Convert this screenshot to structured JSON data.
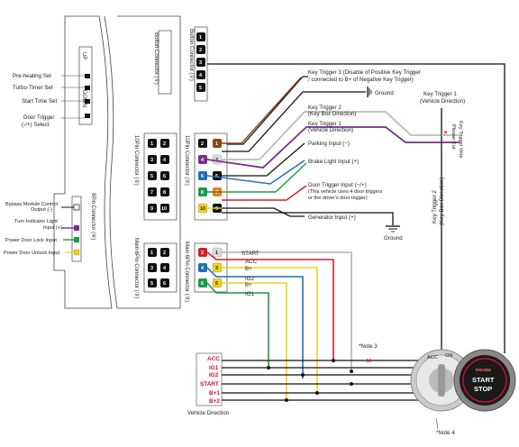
{
  "module": {
    "dip_label": "UP",
    "dip_down": "DOWN",
    "dip_options": [
      "Pre-heating Set",
      "Turbo-Timer Set",
      "Start Time Set",
      "Door Trigger",
      "(-/+) Select"
    ],
    "pin8_connector": "8Pin Connector (④)",
    "pin8_labels": [
      "Bypass Module Control",
      "Output (-)",
      "Turn Indicator Light",
      "Input (+)",
      "Power Door Lock Input",
      "Power Door Unlock Input"
    ],
    "main6_left": "Main 6Pin Connector (③)",
    "pin10_left": "10Pin Connector (②)",
    "button_connector": "Button Connector (①)",
    "pin10_right": "10Pin Connector (②)",
    "main6_right": "Main 6Pin Connector (③)",
    "button_connector_right": "Button Connector (①)"
  },
  "wiring": {
    "key_trigger_3": "Key Trigger 3 (Disable of Positive Key Trigger",
    "key_trigger_3b": "/ connected to B+ of Negative Key Trigger)",
    "ground": "Ground",
    "key_trigger_2": "Key Trigger 2",
    "key_trigger_2b": "(Key Box Direction)",
    "key_trigger_1": "Key Trigger 1",
    "key_trigger_1b": "(Vehicle Direction)",
    "parking_input": "Parking Input (−)",
    "brake_input": "Brake Light Input (+)",
    "door_trigger": "Door Trigger Input (−/+)",
    "door_trigger_note": "(This vehicle uses 4 door triggers",
    "door_trigger_note2": "or the driver's door trigger)",
    "generator_input": "Generator Input (+)",
    "ground2": "Ground",
    "kt1_title": "Key Trigger 1",
    "kt1_sub": "(Vehicle Direction)",
    "cut_note": "Please Cut",
    "cut_note2": "Key Trigger Wire",
    "kt2_vertical": "Key Trigger 2",
    "kt2_vertical2": "(Key Box Direction)",
    "main6_wires": [
      "START",
      "ACC",
      "B+",
      "IG2",
      "B+",
      "IG1"
    ],
    "vehicle_labels": [
      "ACC",
      "IG1",
      "IG2",
      "START",
      "B+1",
      "B+2"
    ],
    "vehicle_direction": "Vehicle Direction",
    "note3": "*Note 3",
    "note4": "*Note 4"
  },
  "switch": {
    "engine": "ENGINE",
    "start": "START",
    "stop": "STOP",
    "acc": "ACC",
    "on": "ON"
  },
  "colors": {
    "brown": "#8b4513",
    "black": "#111111",
    "gray": "#aaaaaa",
    "purple": "#7b2d8e",
    "blue": "#1f6fb8",
    "green": "#1a9a4a",
    "orange": "#f07d1a",
    "red": "#d21f2b",
    "yellow": "#f2d21b",
    "white": "#dddddd"
  }
}
